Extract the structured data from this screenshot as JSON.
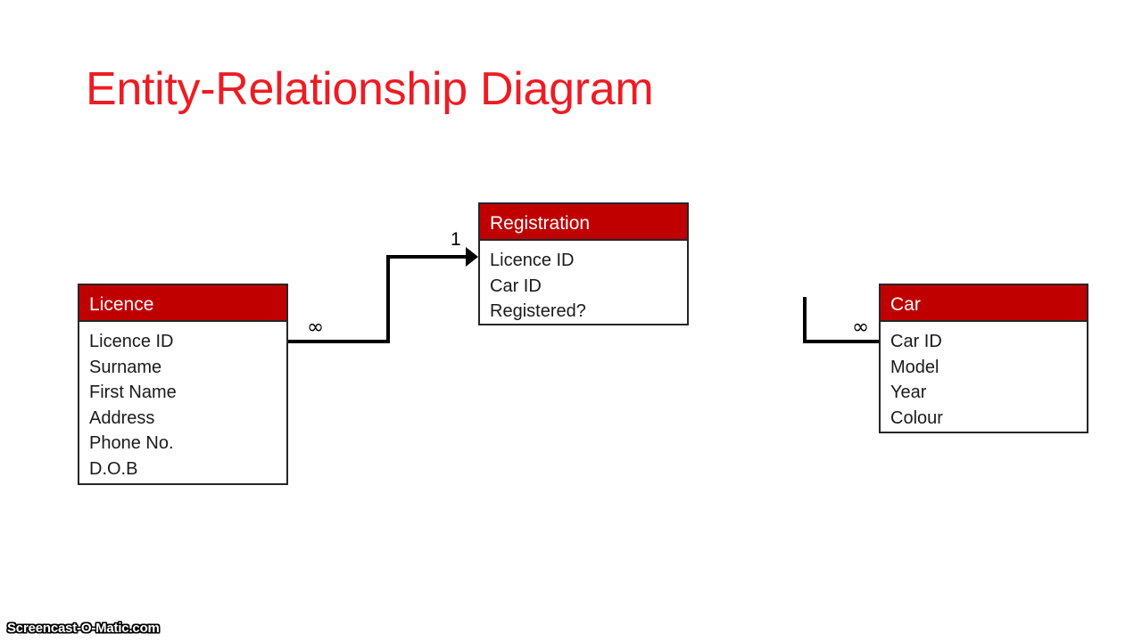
{
  "title": "Entity-Relationship Diagram",
  "title_color": "#ED1C24",
  "header_color": "#C00000",
  "entities": [
    {
      "id": "licence",
      "name": "Licence",
      "attributes": [
        "Licence ID",
        "Surname",
        "First Name",
        "Address",
        "Phone No.",
        "D.O.B"
      ]
    },
    {
      "id": "registration",
      "name": "Registration",
      "attributes": [
        "Licence ID",
        "Car ID",
        "Registered?"
      ]
    },
    {
      "id": "car",
      "name": "Car",
      "attributes": [
        "Car ID",
        "Model",
        "Year",
        "Colour"
      ]
    }
  ],
  "relationships": [
    {
      "id": "licence-registration",
      "from": "Licence",
      "to": "Registration",
      "from_cardinality": "∞",
      "to_cardinality": "1",
      "arrow": "to"
    },
    {
      "id": "car-registration",
      "from": "Car",
      "to": "Registration",
      "from_cardinality": "∞",
      "to_cardinality": "",
      "arrow": "none"
    }
  ],
  "watermark": "Screencast-O-Matic.com"
}
